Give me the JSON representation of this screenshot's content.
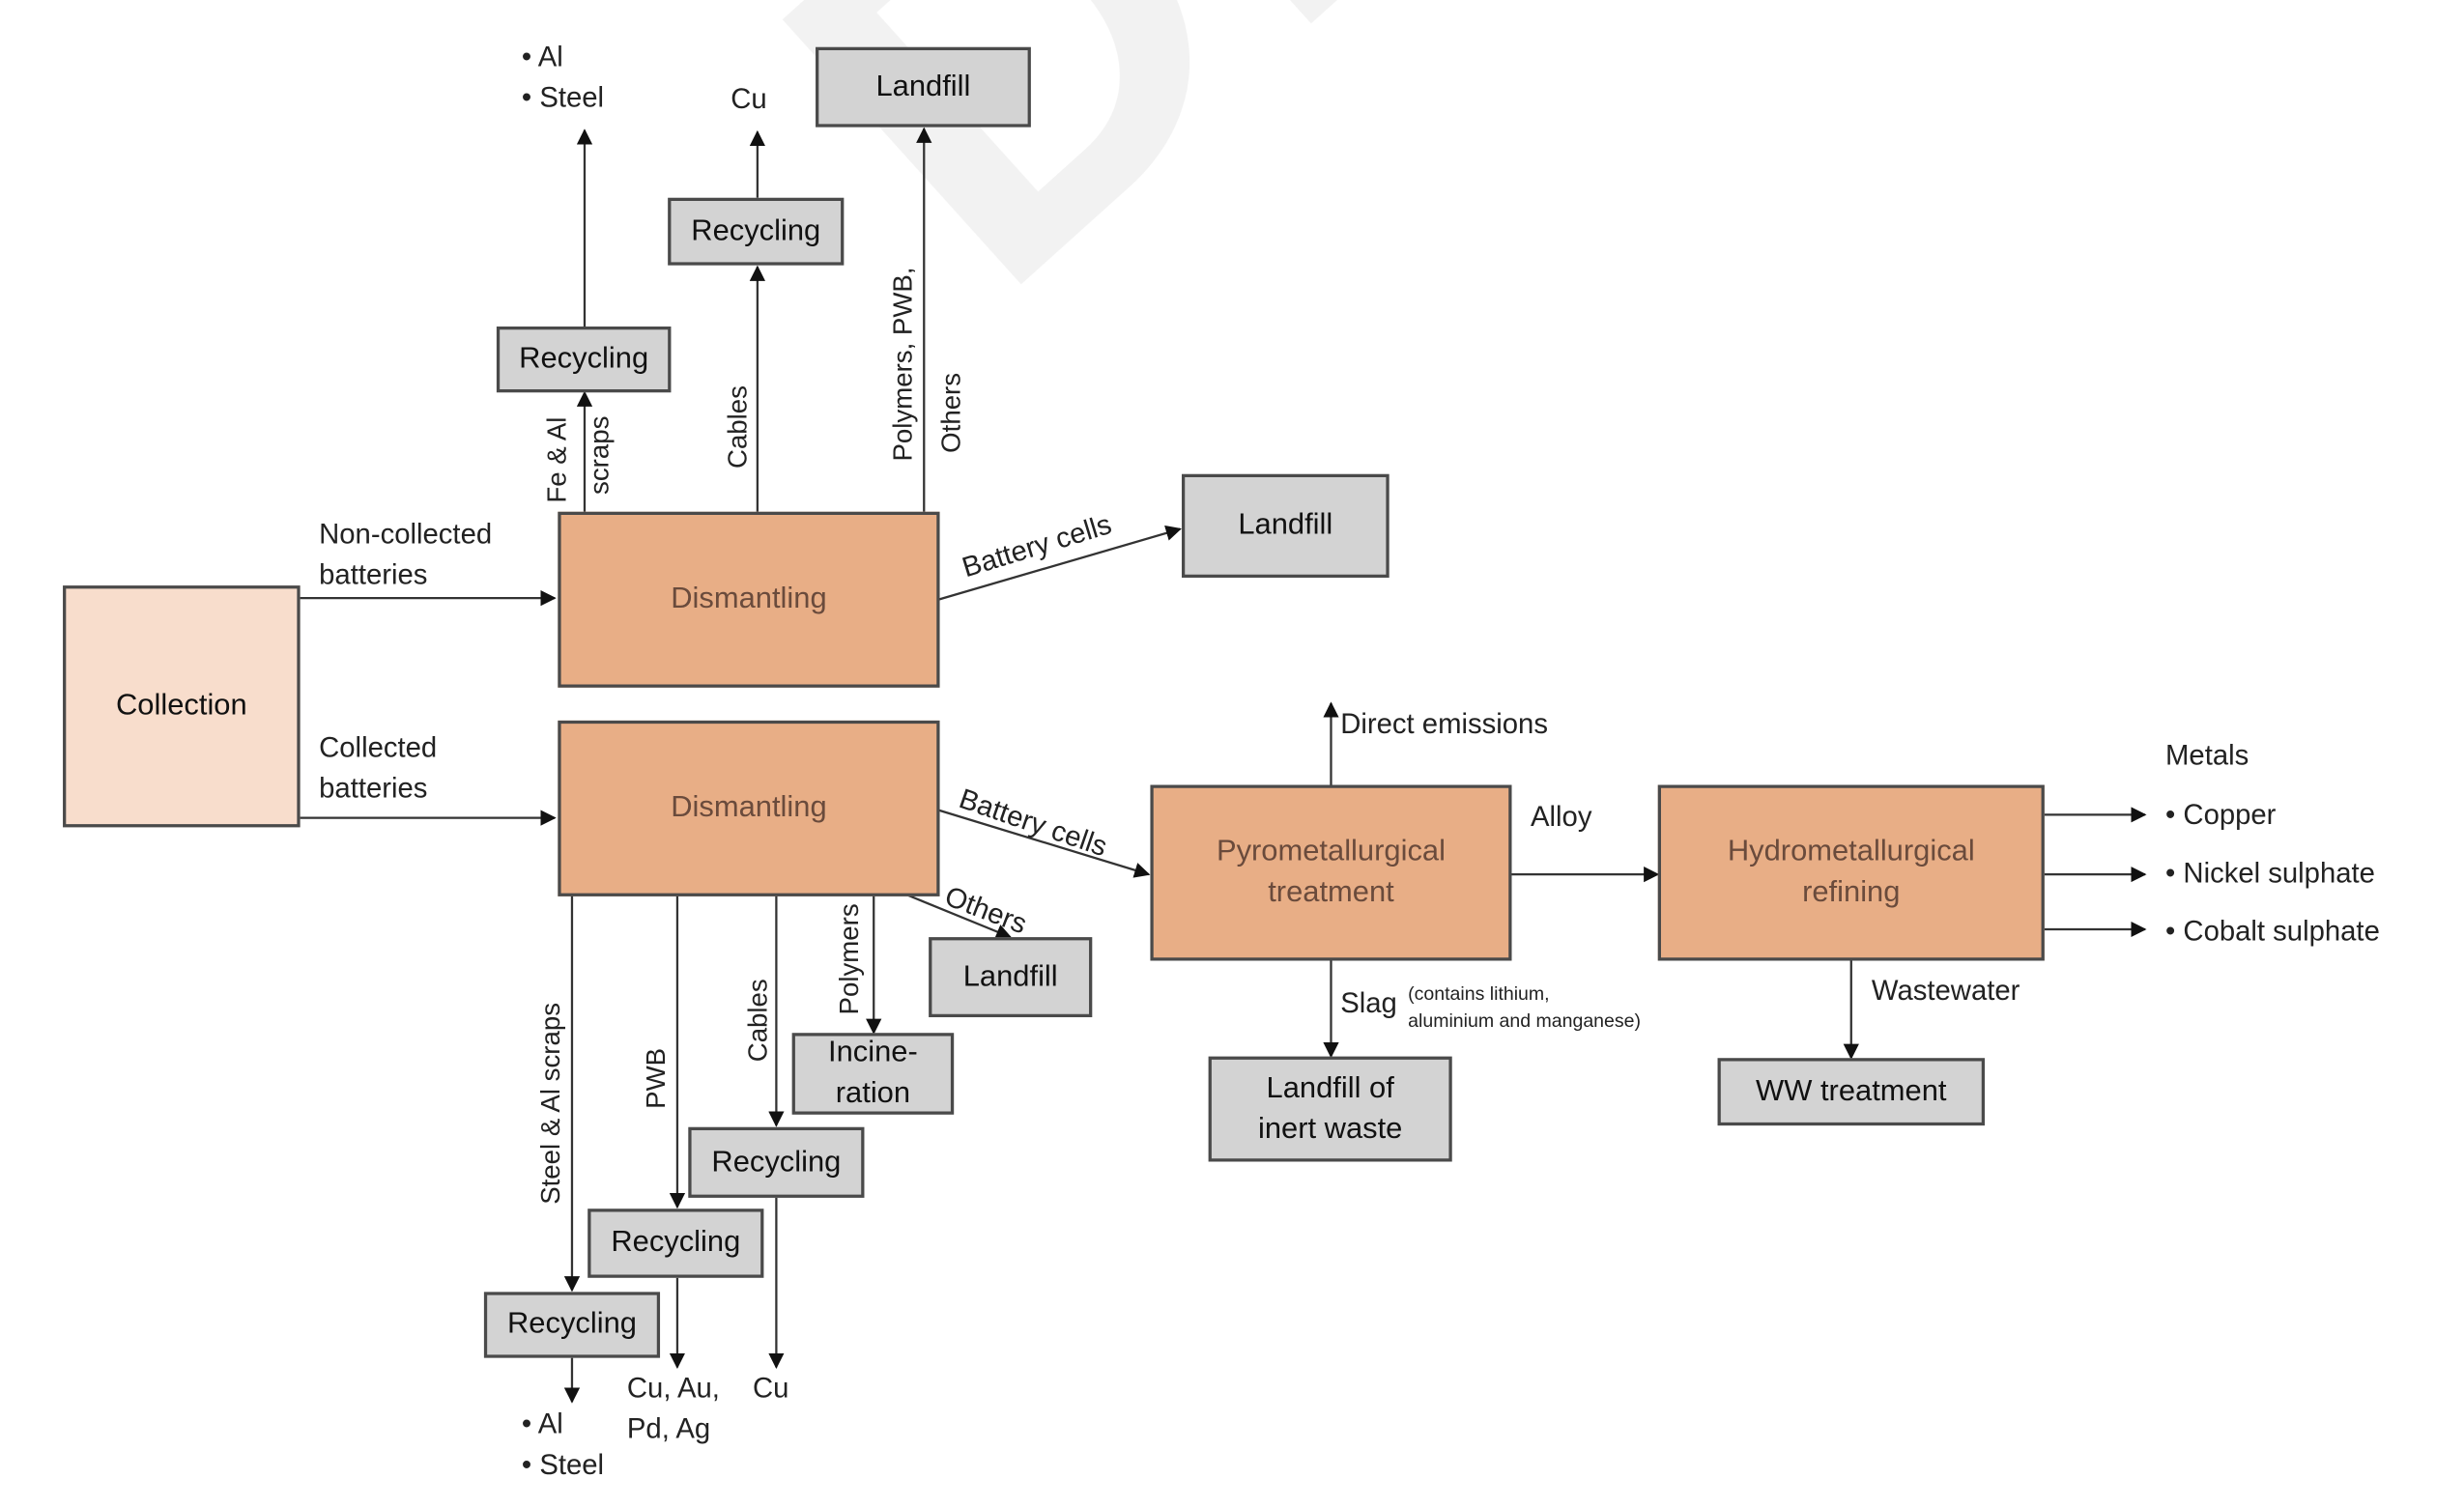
{
  "watermark": "DRAFT",
  "boxes": {
    "collection": "Collection",
    "dismantling_top": "Dismantling",
    "dismantling_bottom": "Dismantling",
    "pyro": [
      "Pyrometallurgical",
      "treatment"
    ],
    "hydro": [
      "Hydrometallurgical",
      "refining"
    ],
    "recycling_fe_al": "Recycling",
    "recycling_cables_top": "Recycling",
    "landfill_top": "Landfill",
    "landfill_battery_cells": "Landfill",
    "landfill_others": "Landfill",
    "incineration": [
      "Incine-",
      "ration"
    ],
    "recycling_cables_bottom": "Recycling",
    "recycling_pwb": "Recycling",
    "recycling_steel_al": "Recycling",
    "landfill_inert": [
      "Landfill of",
      "inert waste"
    ],
    "ww_treatment": "WW treatment"
  },
  "labels": {
    "non_collected": [
      "Non-collected",
      "batteries"
    ],
    "collected": [
      "Collected",
      "batteries"
    ],
    "fe_al": "Fe & Al",
    "scraps": "scraps",
    "cables_top": "Cables",
    "polymers_pwb": "Polymers, PWB,",
    "others_top": "Others",
    "battery_cells_top": "Battery cells",
    "battery_cells_bottom": "Battery cells",
    "others_bottom": "Others",
    "polymers": "Polymers",
    "cables_bottom": "Cables",
    "pwb": "PWB",
    "steel_al_scraps": "Steel & Al scraps",
    "direct_emissions": "Direct emissions",
    "alloy": "Alloy",
    "slag": "Slag",
    "slag_note": [
      "(contains lithium,",
      "aluminium and manganese)"
    ],
    "wastewater": "Wastewater",
    "metals_title": "Metals"
  },
  "outputs": {
    "top_al_steel": [
      "• Al",
      "• Steel"
    ],
    "top_cu": "Cu",
    "bottom_al_steel": [
      "• Al",
      "• Steel"
    ],
    "bottom_precious": [
      "Cu, Au,",
      "Pd, Ag"
    ],
    "bottom_cu": "Cu",
    "metals": [
      "• Copper",
      "• Nickel sulphate",
      "• Cobalt sulphate"
    ]
  }
}
